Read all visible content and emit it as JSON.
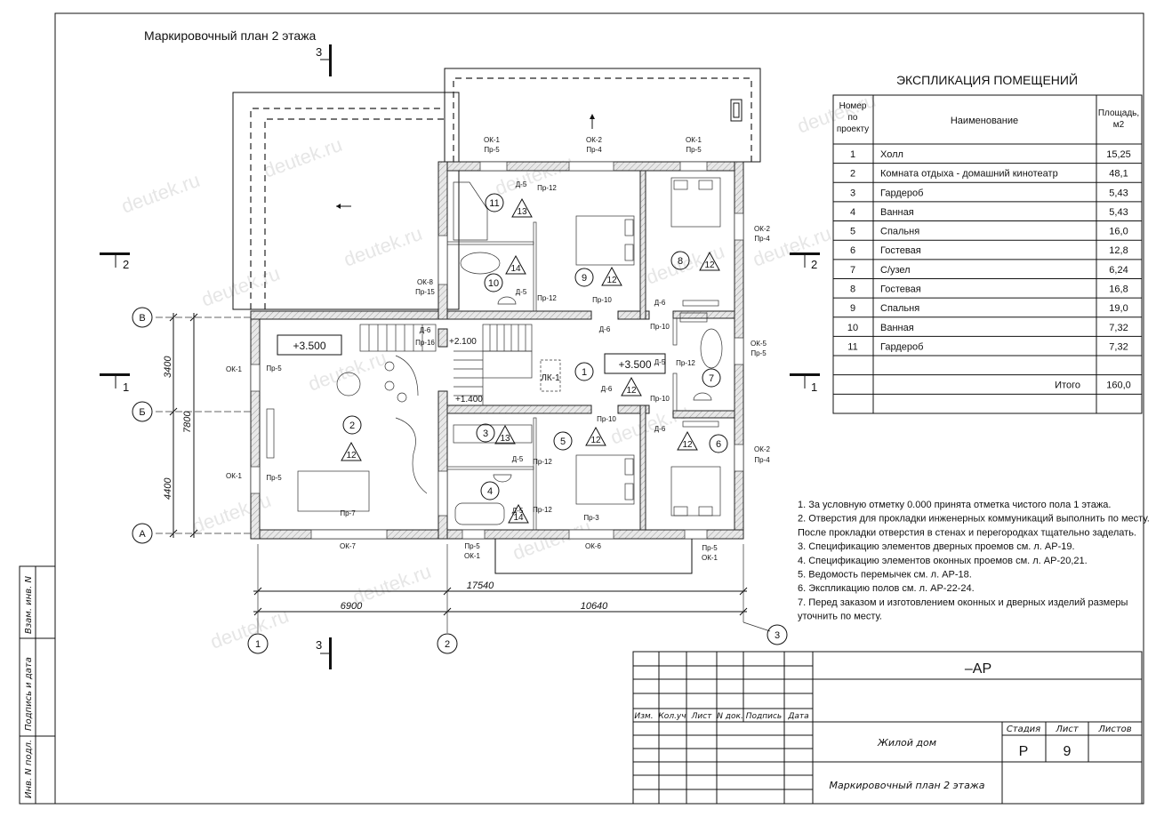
{
  "title": "Маркировочный план 2 этажа",
  "watermark": "deutek.ru",
  "rooms": [
    "1",
    "2",
    "3",
    "4",
    "5",
    "6",
    "7",
    "8",
    "9",
    "10",
    "11"
  ],
  "tags": [
    "12",
    "13",
    "14"
  ],
  "levels": {
    "hall_mark": "+3.500",
    "living_mark": "+3.500",
    "landing_upper": "+2.100",
    "landing_lower": "+1.400",
    "hatch": "ЛК-1"
  },
  "labels": [
    "ОК-1",
    "Пр-5",
    "ОК-2",
    "Пр-4",
    "ОК-1",
    "Пр-5",
    "Д-5",
    "Пр-12",
    "Д-5",
    "Пр-12",
    "Пр-10",
    "Д-6",
    "Д-6",
    "Пр-10",
    "ОК-2",
    "Пр-4",
    "ОК-5",
    "Пр-5",
    "ОК-2",
    "Пр-4",
    "ОК-8",
    "Пр-15",
    "Д-6",
    "Пр-16",
    "ОК-1",
    "Пр-5",
    "ОК-1",
    "Пр-5",
    "Пр-7",
    "Д-5",
    "Пр-12",
    "Д-6",
    "Пр-10",
    "Пр-10",
    "Д-6",
    "Д-5",
    "Пр-12",
    "Д-5",
    "Пр-12",
    "Пр-3",
    "ОК-7",
    "Пр-5",
    "ОК-1",
    "ОК-6",
    "Пр-5",
    "ОК-1"
  ],
  "dimensions": {
    "total": "17540",
    "left": "6900",
    "right": "10640",
    "v_upper": "3400",
    "v_lower": "4400",
    "v_total": "7800"
  },
  "axes": {
    "rows": [
      "В",
      "Б",
      "А"
    ],
    "cols": [
      "1",
      "2",
      "3"
    ]
  },
  "sections": {
    "s3": "3",
    "s2": "2",
    "s1": "1"
  },
  "explication": {
    "title": "ЭКСПЛИКАЦИЯ ПОМЕЩЕНИЙ",
    "headers": [
      "Номер по проекту",
      "Наименование",
      "Площадь, м2"
    ],
    "rows": [
      {
        "num": "1",
        "name": "Холл",
        "area": "15,25"
      },
      {
        "num": "2",
        "name": "Комната отдыха - домашний кинотеатр",
        "area": "48,1"
      },
      {
        "num": "3",
        "name": "Гардероб",
        "area": "5,43"
      },
      {
        "num": "4",
        "name": "Ванная",
        "area": "5,43"
      },
      {
        "num": "5",
        "name": "Спальня",
        "area": "16,0"
      },
      {
        "num": "6",
        "name": "Гостевая",
        "area": "12,8"
      },
      {
        "num": "7",
        "name": "С/узел",
        "area": "6,24"
      },
      {
        "num": "8",
        "name": "Гостевая",
        "area": "16,8"
      },
      {
        "num": "9",
        "name": "Спальня",
        "area": "19,0"
      },
      {
        "num": "10",
        "name": "Ванная",
        "area": "7,32"
      },
      {
        "num": "11",
        "name": "Гардероб",
        "area": "7,32"
      }
    ],
    "total_label": "Итого",
    "total_value": "160,0"
  },
  "notes": [
    "1. За условную отметку 0.000 принята отметка чистого пола 1 этажа.",
    "2. Отверстия для прокладки инженерных коммуникаций выполнить по месту.",
    "После прокладки  отверстия в стенах и перегородках тщательно заделать.",
    "3. Спецификацию элементов дверных проемов см. л. АР-19.",
    "4. Спецификацию элементов оконных проемов см. л. АР-20,21.",
    "5. Ведомость перемычек см. л. АР-18.",
    "6. Экспликацию полов см. л. АР-22-24.",
    "7. Перед заказом и изготовлением оконных и дверных изделий размеры",
    "уточнить по месту."
  ],
  "stamp": {
    "code": "–АР",
    "cols": [
      "Изм.",
      "Кол.уч",
      "Лист",
      "N док.",
      "Подпись",
      "Дата"
    ],
    "object": "Жилой дом",
    "sheet_title": "Маркировочный план 2 этажа",
    "stage_label": "Стадия",
    "sheet_label": "Лист",
    "sheets_label": "Листов",
    "stage": "Р",
    "sheet": "9"
  },
  "side_stamp": [
    "Инв. N подл.",
    "Подпись и дата",
    "Взам. инв. N"
  ]
}
